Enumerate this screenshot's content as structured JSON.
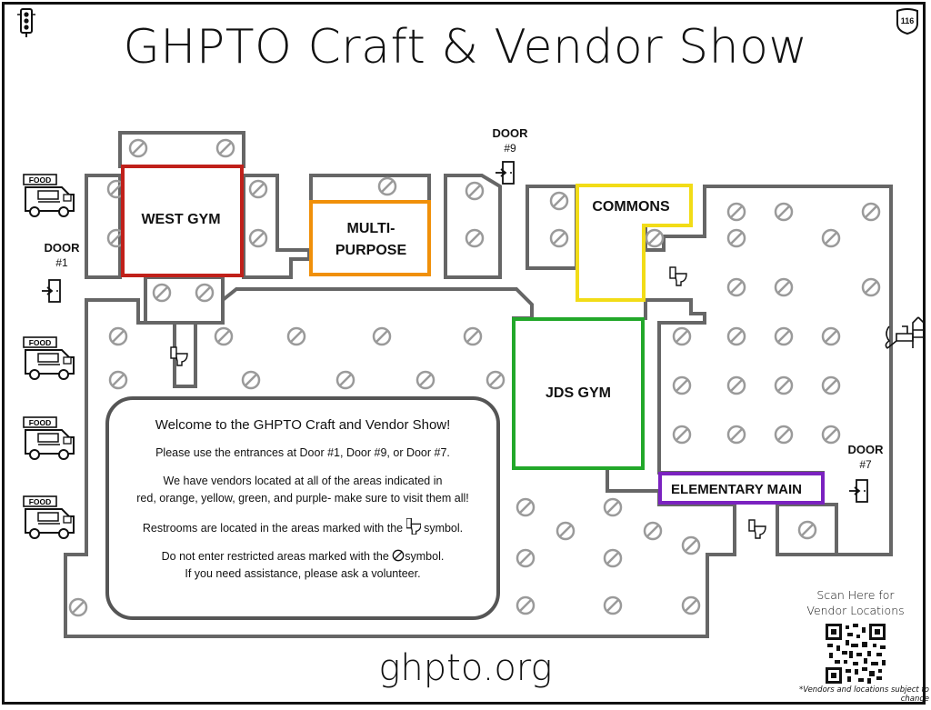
{
  "title": "GHPTO Craft & Vendor Show",
  "badge_number": "116",
  "areas": {
    "west_gym": {
      "label": "WEST GYM",
      "color": "#c0201a"
    },
    "multipurpose": {
      "label_line1": "MULTI-",
      "label_line2": "PURPOSE",
      "color": "#f0900a"
    },
    "commons": {
      "label": "COMMONS",
      "color": "#f2dc17"
    },
    "jds_gym": {
      "label": "JDS GYM",
      "color": "#22a82a"
    },
    "elementary_main": {
      "label": "ELEMENTARY MAIN",
      "color": "#7b22c0"
    }
  },
  "doors": {
    "door1": {
      "label": "DOOR",
      "number": "#1"
    },
    "door9": {
      "label": "DOOR",
      "number": "#9"
    },
    "door7": {
      "label": "DOOR",
      "number": "#7"
    }
  },
  "food_truck_label": "FOOD",
  "welcome": {
    "heading": "Welcome to the GHPTO Craft and Vendor Show!",
    "entrances": "Please use the entrances at Door #1, Door #9, or Door #7.",
    "vendors_line1": "We have vendors located at all of the areas indicated in",
    "vendors_line2": "red, orange, yellow, green, and purple- make sure to visit them all!",
    "restrooms_before": "Restrooms are located in the areas marked with the",
    "restrooms_after": "symbol.",
    "restricted_before": "Do not enter restricted areas marked with the",
    "restricted_after": "symbol.",
    "assistance": "If you need assistance, please ask a volunteer."
  },
  "footer_url": "ghpto.org",
  "scan_line1": "Scan Here for",
  "scan_line2": "Vendor Locations",
  "disclaimer": "*Vendors and locations subject to change",
  "icons": [
    "traffic-light-icon",
    "route-badge-icon",
    "food-truck-icon",
    "door-entry-icon",
    "toilet-icon",
    "restricted-icon",
    "playground-icon",
    "qr-code"
  ]
}
